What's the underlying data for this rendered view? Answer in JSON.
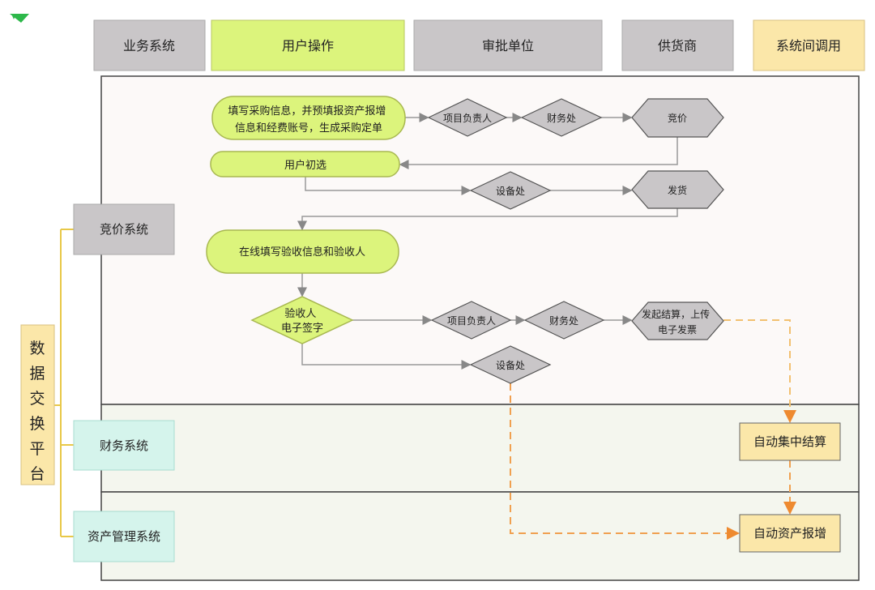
{
  "headers": [
    "业务系统",
    "用户操作",
    "审批单位",
    "供货商",
    "系统间调用"
  ],
  "systems": {
    "bidding": "竞价系统",
    "finance": "财务系统",
    "asset": "资产管理系统",
    "platform": "数据交换平台"
  },
  "nodes": {
    "fill_order_line1": "填写采购信息，并预填报资产报增",
    "fill_order_line2": "信息和经费账号，生成采购定单",
    "pm1": "项目负责人",
    "fin1": "财务处",
    "bid": "竞价",
    "select": "用户初选",
    "equip1": "设备处",
    "ship": "发货",
    "accept_info": "在线填写验收信息和验收人",
    "sign_line1": "验收人",
    "sign_line2": "电子签字",
    "pm2": "项目负责人",
    "fin2": "财务处",
    "settle_line1": "发起结算，上传",
    "settle_line2": "电子发票",
    "equip2": "设备处",
    "auto_settle": "自动集中结算",
    "auto_asset": "自动资产报增"
  },
  "colors": {
    "gray": "#c9c6c8",
    "lime": "#d9f07a",
    "yellow": "#fbe7a9",
    "cyan": "#d5f4ec",
    "orange": "#f0a050"
  }
}
